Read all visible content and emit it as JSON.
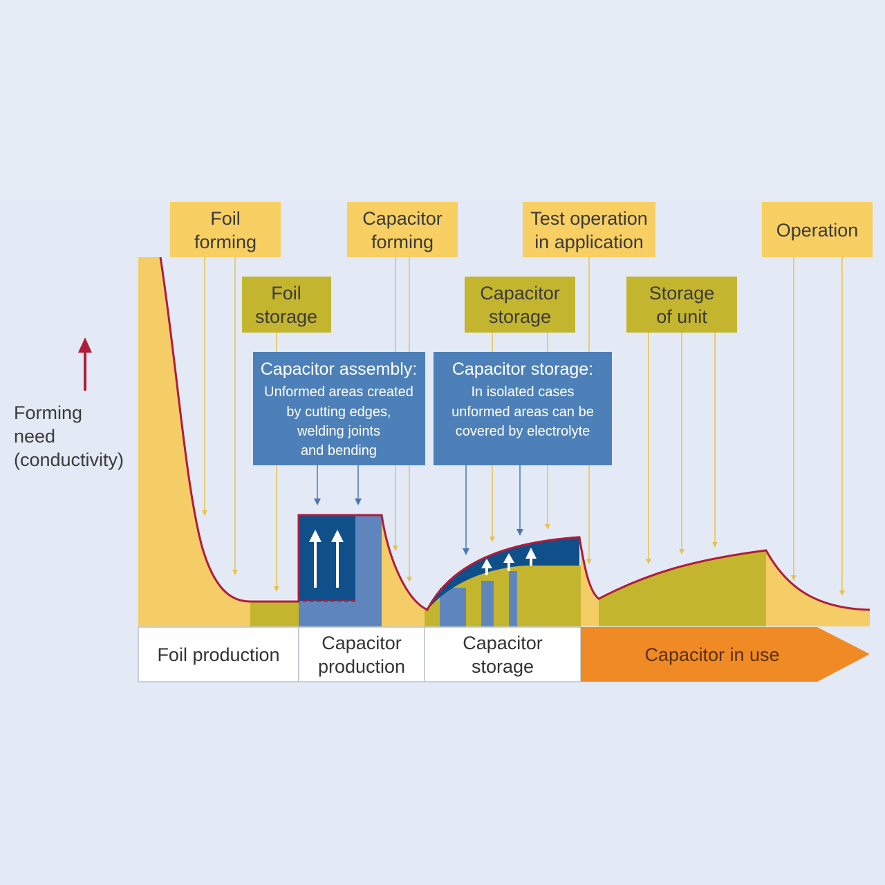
{
  "colors": {
    "background": "#e3eaf5",
    "yellow_fill": "#f4cd66",
    "olive_fill": "#c4b52e",
    "curve": "#b01c3a",
    "blue_light": "#5f86bc",
    "blue_dark": "#0f4f8a",
    "info_box": "#4d80b8",
    "label_yellow": "#f7cf63",
    "label_olive": "#c4b52e",
    "arrow_orange": "#f08a25",
    "phase_white": "#ffffff"
  },
  "y_axis": {
    "arrow_icon": "up-arrow-icon",
    "label_lines": [
      "Forming",
      "need",
      "(conductivity)"
    ]
  },
  "process_labels": [
    {
      "id": "foil-forming",
      "lines": [
        "Foil",
        "forming"
      ],
      "style": "yellow"
    },
    {
      "id": "capacitor-forming",
      "lines": [
        "Capacitor",
        "forming"
      ],
      "style": "yellow"
    },
    {
      "id": "test-operation",
      "lines": [
        "Test operation",
        "in application"
      ],
      "style": "yellow"
    },
    {
      "id": "operation",
      "lines": [
        "Operation"
      ],
      "style": "yellow"
    },
    {
      "id": "foil-storage",
      "lines": [
        "Foil",
        "storage"
      ],
      "style": "olive"
    },
    {
      "id": "capacitor-storage-label",
      "lines": [
        "Capacitor",
        "storage"
      ],
      "style": "olive"
    },
    {
      "id": "storage-of-unit",
      "lines": [
        "Storage",
        "of unit"
      ],
      "style": "olive"
    }
  ],
  "info_boxes": [
    {
      "id": "assembly",
      "title": "Capacitor assembly:",
      "body": [
        "Unformed areas created",
        "by cutting edges,",
        "welding joints",
        "and bending"
      ]
    },
    {
      "id": "storage",
      "title": "Capacitor storage:",
      "body": [
        "In isolated cases",
        "unformed areas can be",
        "covered by electrolyte"
      ]
    }
  ],
  "phases": [
    {
      "id": "foil-production",
      "lines": [
        "Foil production"
      ]
    },
    {
      "id": "capacitor-production",
      "lines": [
        "Capacitor",
        "production"
      ]
    },
    {
      "id": "capacitor-storage-phase",
      "lines": [
        "Capacitor",
        "storage"
      ]
    },
    {
      "id": "capacitor-in-use",
      "lines": [
        "Capacitor in use"
      ]
    }
  ]
}
